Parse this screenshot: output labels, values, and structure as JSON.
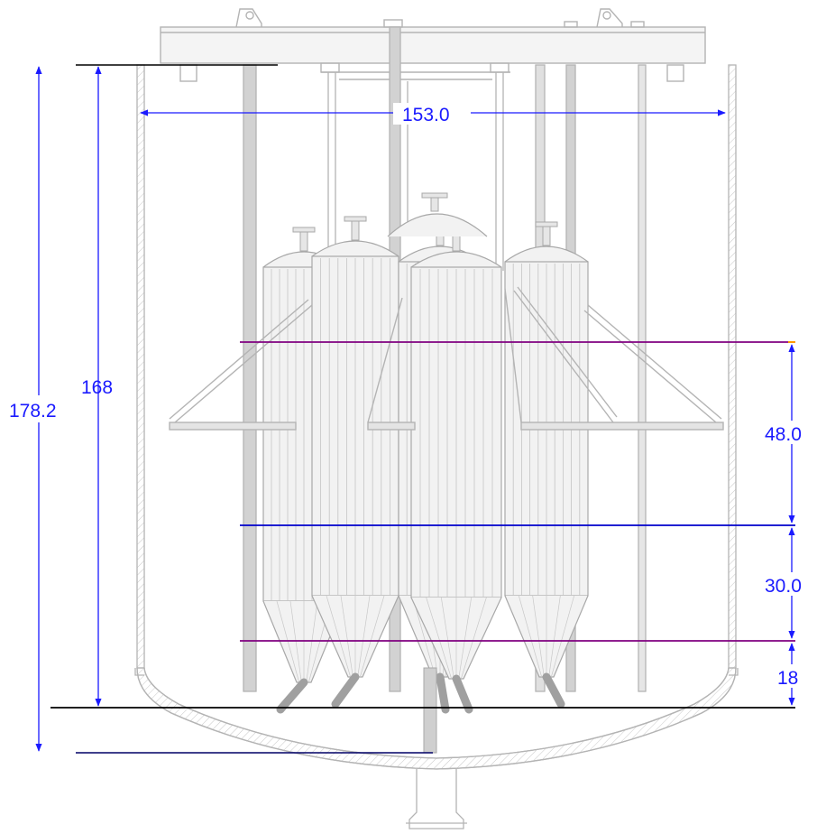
{
  "colors": {
    "dimension": "#1a1aff",
    "level_purple": "#800080",
    "level_blue": "#0000cc",
    "structure": "#b4b4b4",
    "outline": "#000000",
    "accent": "#ff9900"
  },
  "dimensions": {
    "overall_height": "178.2",
    "inner_height": "168",
    "inner_width": "153.0",
    "upper_zone": "48.0",
    "middle_zone": "30.0",
    "lower_zone": "18"
  },
  "chart_data": {
    "type": "diagram",
    "dimension_labels": [
      "178.2",
      "168",
      "153.0",
      "48.0",
      "30.0",
      "18"
    ]
  }
}
